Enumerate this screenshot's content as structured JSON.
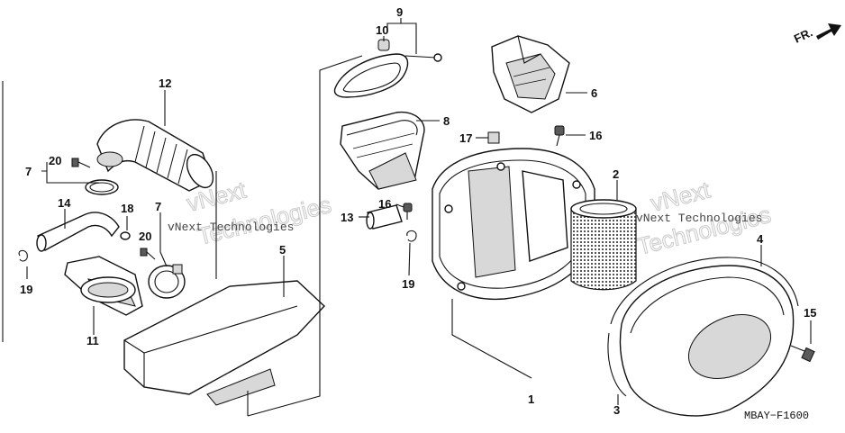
{
  "diagram": {
    "code": "MBAY−F1600",
    "direction_label": "FR.",
    "watermarks": [
      {
        "company": "vNext",
        "big": "Technologies",
        "small": "vNext Technologies"
      },
      {
        "company": "vNext",
        "big": "Technologies",
        "small": "vNext Technologies"
      }
    ],
    "callouts": [
      {
        "id": "c1",
        "label": "1"
      },
      {
        "id": "c2",
        "label": "2"
      },
      {
        "id": "c3",
        "label": "3"
      },
      {
        "id": "c4",
        "label": "4"
      },
      {
        "id": "c5",
        "label": "5"
      },
      {
        "id": "c6",
        "label": "6"
      },
      {
        "id": "c7a",
        "label": "7"
      },
      {
        "id": "c7b",
        "label": "7"
      },
      {
        "id": "c8",
        "label": "8"
      },
      {
        "id": "c9",
        "label": "9"
      },
      {
        "id": "c10",
        "label": "10"
      },
      {
        "id": "c11",
        "label": "11"
      },
      {
        "id": "c12",
        "label": "12"
      },
      {
        "id": "c13",
        "label": "13"
      },
      {
        "id": "c14",
        "label": "14"
      },
      {
        "id": "c15",
        "label": "15"
      },
      {
        "id": "c16a",
        "label": "16"
      },
      {
        "id": "c16b",
        "label": "16"
      },
      {
        "id": "c17",
        "label": "17"
      },
      {
        "id": "c18",
        "label": "18"
      },
      {
        "id": "c19a",
        "label": "19"
      },
      {
        "id": "c19b",
        "label": "19"
      },
      {
        "id": "c20a",
        "label": "20"
      },
      {
        "id": "c20b",
        "label": "20"
      }
    ]
  }
}
